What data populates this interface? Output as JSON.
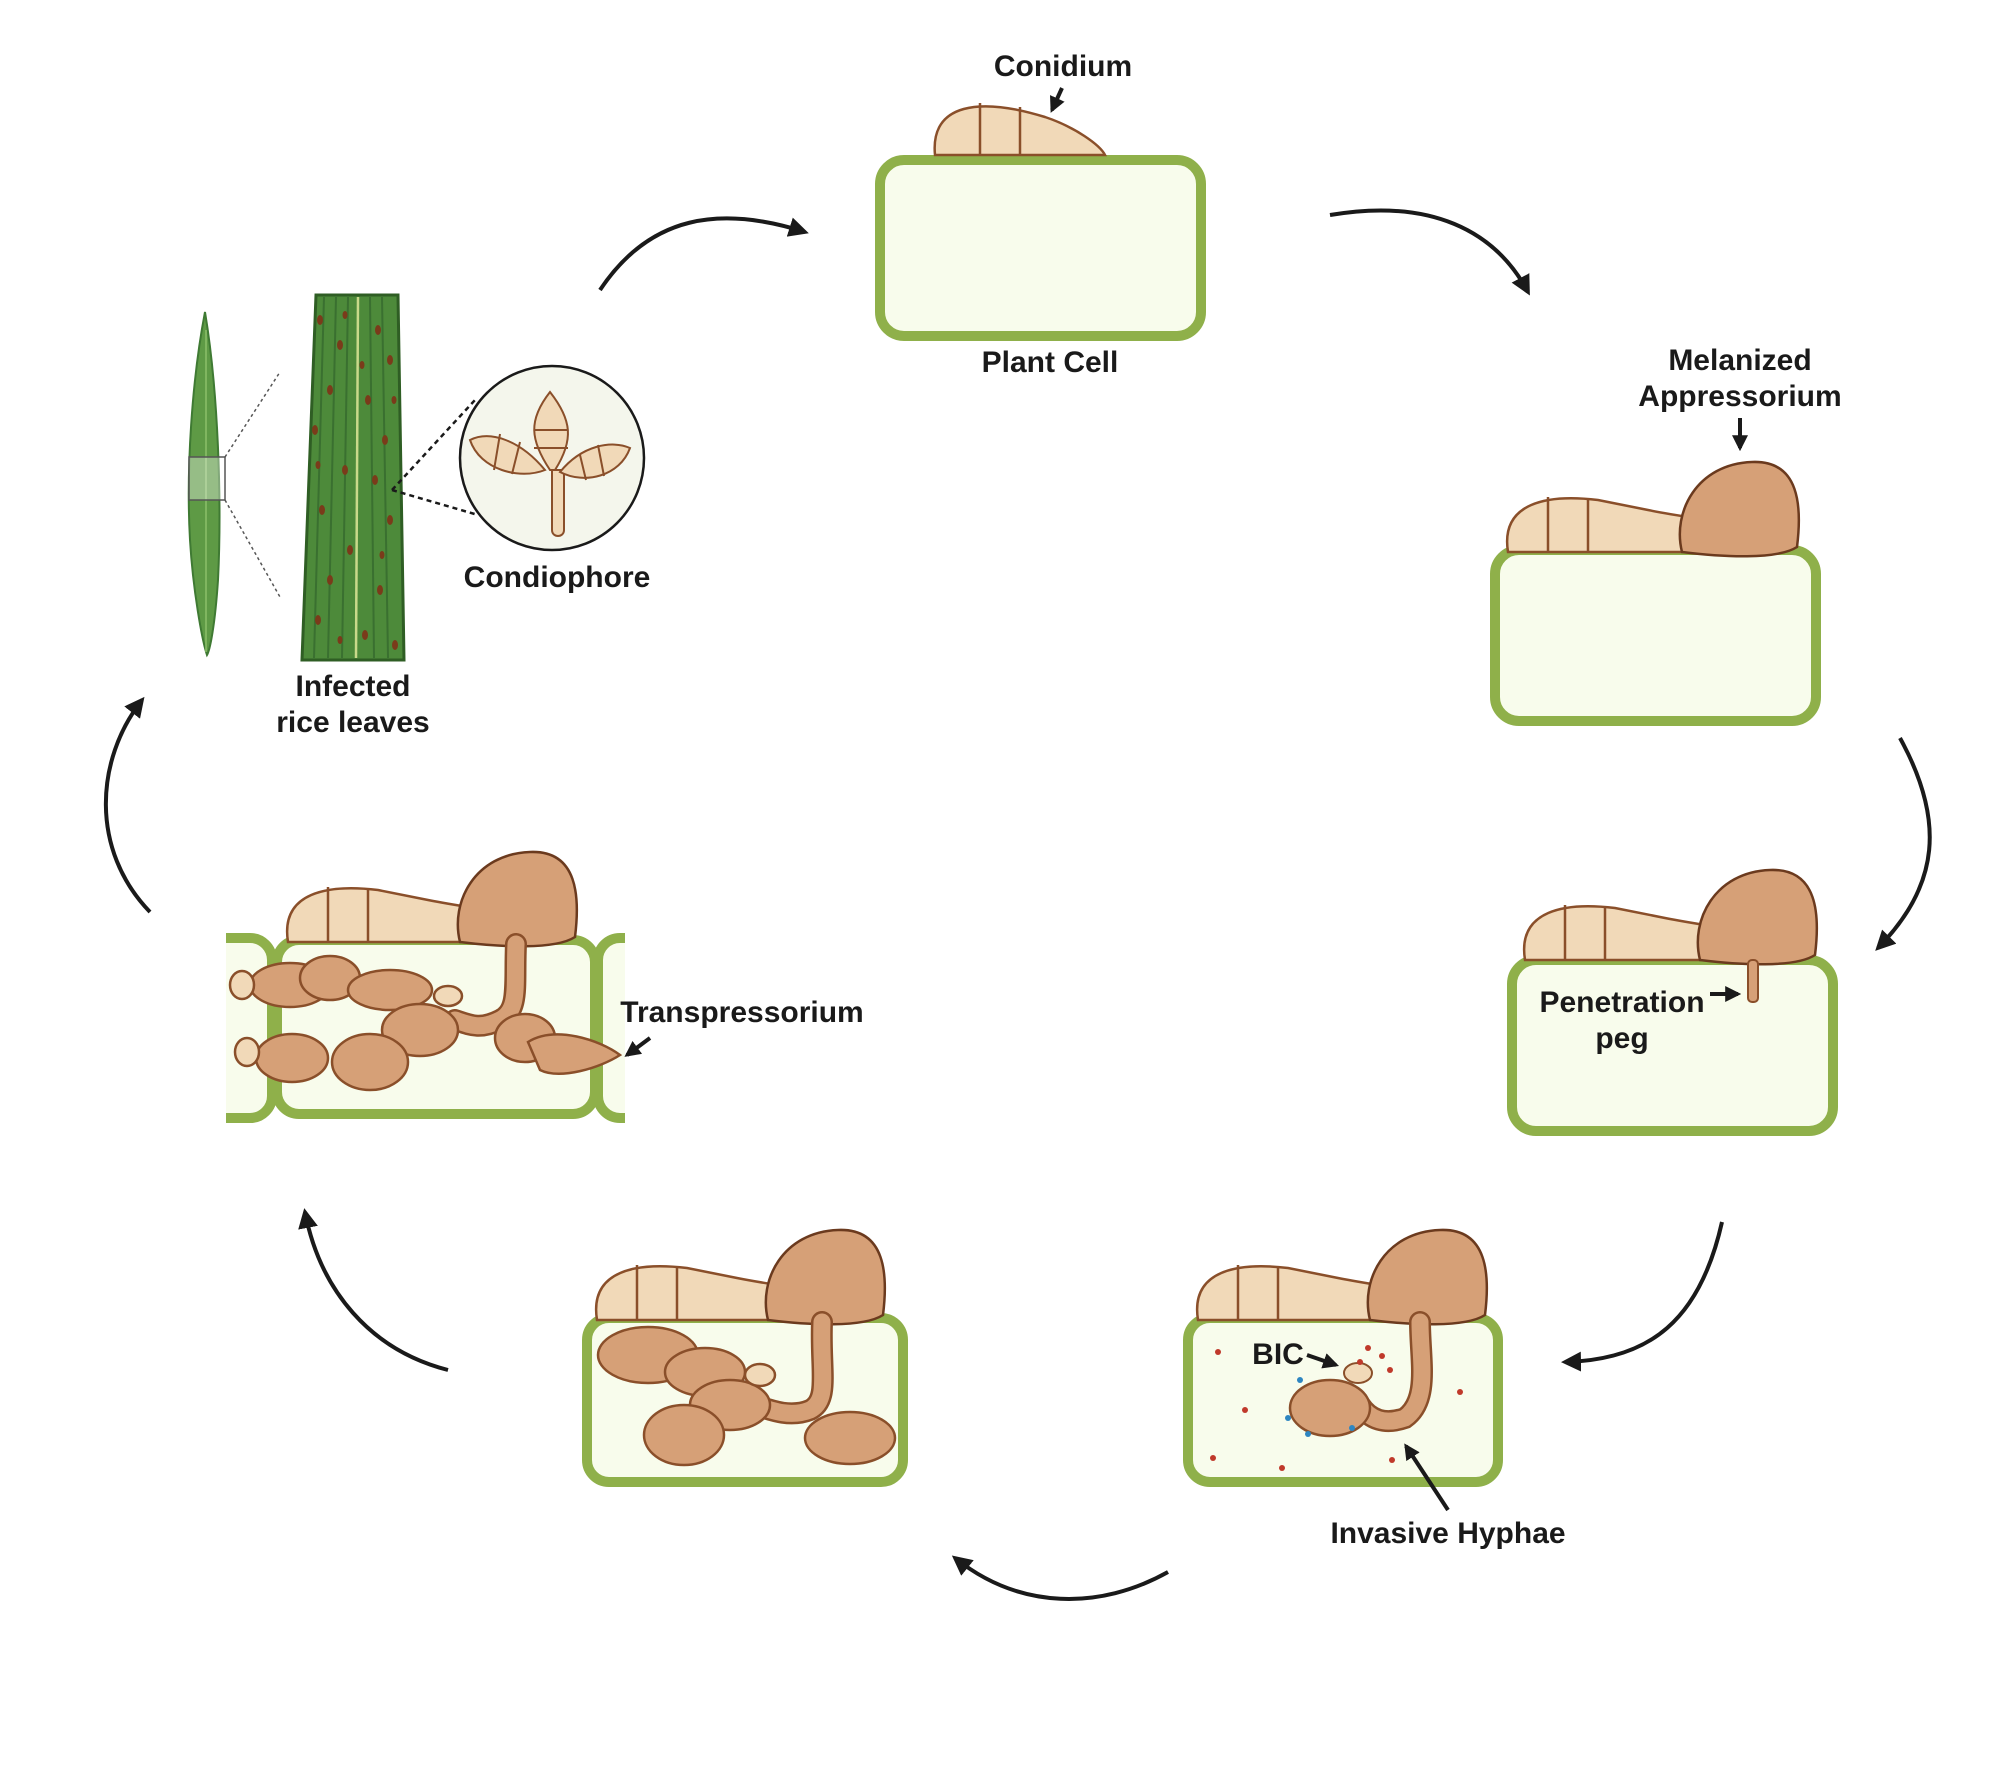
{
  "labels": {
    "conidium": "Conidium",
    "plant_cell": "Plant Cell",
    "melanized_1": "Melanized",
    "melanized_2": "Appressorium",
    "penetration_1": "Penetration",
    "penetration_2": "peg",
    "bic": "BIC",
    "invasive_hyphae": "Invasive Hyphae",
    "transpressorium": "Transpressorium",
    "infected_1": "Infected",
    "infected_2": "rice leaves",
    "condiophore": "Condiophore"
  },
  "colors": {
    "cell_wall": "#8fb04a",
    "cell_fill": "#f8fcec",
    "conidium_fill": "#f1d9b8",
    "fungus_fill": "#d6a077",
    "fungus_stroke": "#8a4f2a",
    "leaf_dark": "#3f7a33",
    "leaf_mid": "#5e9a45",
    "lesion": "#7a3b1a",
    "arrow": "#1a1a1a",
    "effector_red": "#c0392b",
    "effector_blue": "#2e86c1"
  },
  "icons": [
    "conidium-icon",
    "appressorium-icon",
    "plant-cell-icon",
    "rice-leaf-icon",
    "cycle-arrow-icon"
  ]
}
